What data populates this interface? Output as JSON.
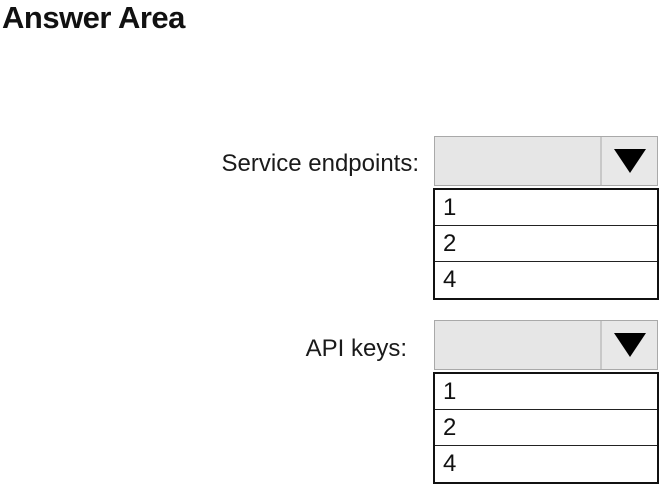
{
  "title": "Answer Area",
  "fields": [
    {
      "label": "Service endpoints:",
      "selected_value": "",
      "options": [
        "1",
        "2",
        "4"
      ]
    },
    {
      "label": "API keys:",
      "selected_value": "",
      "options": [
        "1",
        "2",
        "4"
      ]
    }
  ],
  "icons": {
    "dropdown_arrow": "triangle-down-icon"
  },
  "colors": {
    "dropdown_bg": "#e4e4e4",
    "option_border": "#111111"
  }
}
